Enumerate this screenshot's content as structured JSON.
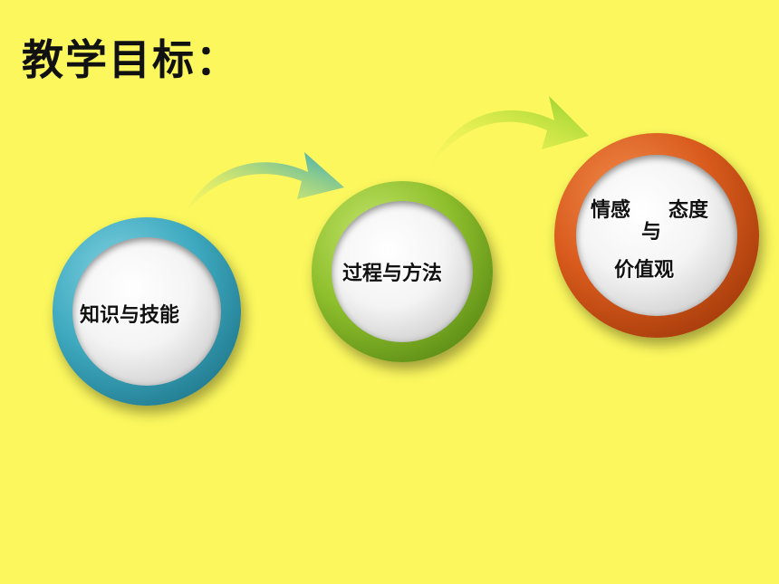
{
  "slide": {
    "title": "教学目标："
  },
  "goals": [
    {
      "label": "知识与技能",
      "color": "#3ea9bf"
    },
    {
      "label": "过程与方法",
      "color": "#8ebf2c"
    },
    {
      "line1a": "情感",
      "connector": "与",
      "line1b": "态度",
      "line2": "价值观",
      "color": "#d85a1c"
    }
  ]
}
